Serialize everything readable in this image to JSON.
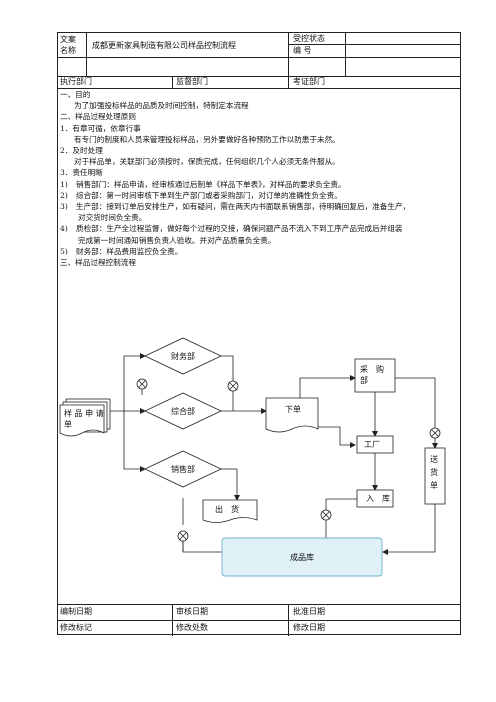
{
  "header": {
    "doc_name_label": "文案\n名称",
    "doc_name_label_line1": "文案",
    "doc_name_label_line2": "名称",
    "title": "成都更新家具制造有限公司样品控制流程",
    "controlled_status_label": "受控状态",
    "number_label": "编 号",
    "exec_dept_label": "执行部门",
    "supervise_dept_label": "监督部门",
    "assess_dept_label": "考证部门"
  },
  "body": {
    "s1_title": "一、目的",
    "s1_text": "为了加强投标样品的品质及时间控制，特制定本流程",
    "s2_title": "二、样品过程处理原则",
    "s2_1": "1．有章可循，依章行事",
    "s2_1_text": "有专门的制度和人员来管理投标样品，另外要做好各种预防工作以防患于未然。",
    "s2_2": "2．及时处理",
    "s2_2_text": "对于样品单，关联部门必须按时，保质完成，任何组织几个人必须无条件服从。",
    "s2_3": "3．责任明晰",
    "r1_no": "1)",
    "r1": "销售部门：样品申请，经审核通过后制单《样品下单表》，对样品的要求负全责。",
    "r2_no": "2)",
    "r2": "综合部：第一时间审核下单到生产部门或者采购部门，对订单的准确性负全责。",
    "r3_no": "3)",
    "r3a": "生产部：接到订单后安排生产，如有疑问，需在两天内书面联系销售部，待明确回复后，准备生产，",
    "r3b": "对交货时间负全责。",
    "r4_no": "4)",
    "r4a": "质检部：生产全过程监督，做好每个过程的交接，确保问题产品不流入下到工序产品完成后并组装",
    "r4b": "完成第一时间通知销售负责人验收。并对产品质量负全责。",
    "r5_no": "5)",
    "r5": "财务部：样品费用监控负全责。",
    "s3_title": "三、样品过程控制流程"
  },
  "flow": {
    "finance": "财务部",
    "general": "综合部",
    "sales": "销售部",
    "request_line1": "样 品 申 请",
    "request_line2": "单",
    "order": "下单",
    "purchase_line1": "采　购",
    "purchase_line2": "部",
    "factory": "工厂",
    "warehouse_in": "入　库",
    "shipping": "出　货",
    "finished_store": "成品库",
    "delivery_line1": "送",
    "delivery_line2": "货",
    "delivery_line3": "单"
  },
  "footer": {
    "prepared_date": "编制日期",
    "review_date": "审核日期",
    "approve_date": "批准日期",
    "revision_mark": "修改标记",
    "revision_count": "修改处数",
    "revision_date": "修改日期"
  },
  "colors": {
    "finished_store_fill": "#dff0f7",
    "finished_store_stroke": "#6fb3d2",
    "line": "#222222"
  }
}
